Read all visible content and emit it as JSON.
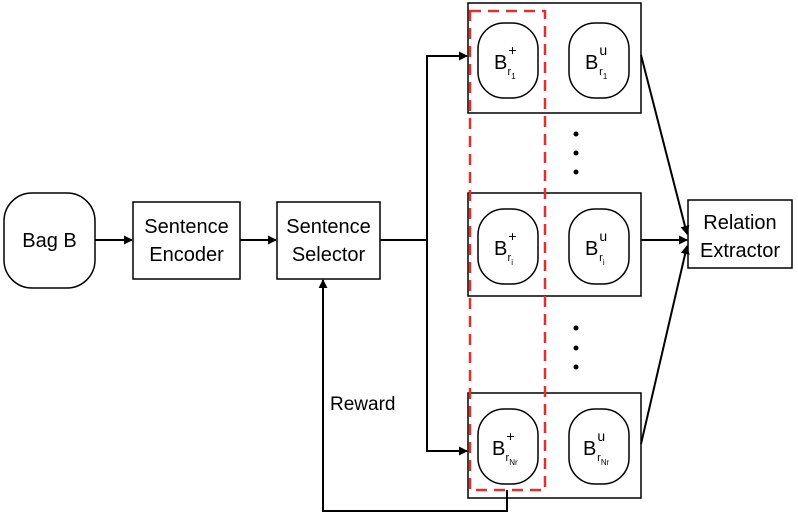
{
  "nodes": {
    "bag": "Bag B",
    "encoder": [
      "Sentence",
      "Encoder"
    ],
    "selector": [
      "Sentence",
      "Selector"
    ],
    "extractor": [
      "Relation",
      "Extractor"
    ]
  },
  "groups": [
    {
      "pos": {
        "base": "B",
        "sup": "+",
        "sub": "r",
        "subsub": "1"
      },
      "unl": {
        "base": "B",
        "sup": "u",
        "sub": "r",
        "subsub": "1"
      }
    },
    {
      "pos": {
        "base": "B",
        "sup": "+",
        "sub": "r",
        "subsub": "i"
      },
      "unl": {
        "base": "B",
        "sup": "u",
        "sub": "r",
        "subsub": "i"
      }
    },
    {
      "pos": {
        "base": "B",
        "sup": "+",
        "sub": "r",
        "subsub": "Nr"
      },
      "unl": {
        "base": "B",
        "sup": "u",
        "sub": "r",
        "subsub": "Nr"
      }
    }
  ],
  "ellipsis": "⋮",
  "edge_labels": {
    "reward": "Reward"
  },
  "colors": {
    "stroke": "#000000",
    "dashed": "#e03030"
  }
}
